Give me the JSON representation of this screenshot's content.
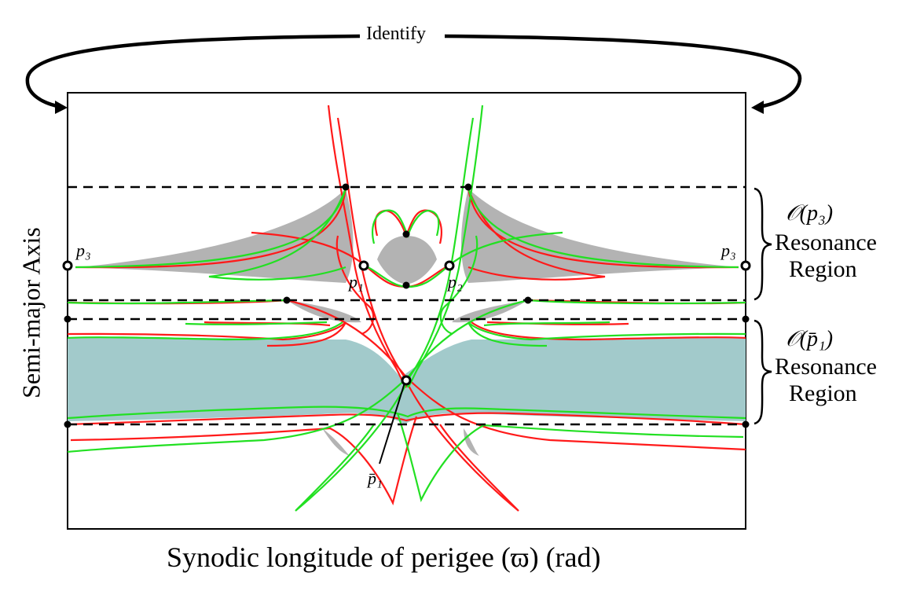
{
  "diagram": {
    "top_label": "Identify",
    "y_axis_label": "Semi-major Axis",
    "x_axis_label": "Synodic longitude of perigee (ϖ) (rad)",
    "regions": [
      {
        "id": "p3",
        "symbol": "𝒪(p₃)",
        "line1": "Resonance",
        "line2": "Region"
      },
      {
        "id": "p1bar",
        "symbol": "𝒪(p̄₁)",
        "line1": "Resonance",
        "line2": "Region"
      }
    ],
    "points": {
      "p3_left": "p₃",
      "p3_right": "p₃",
      "p1": "p₁",
      "p2": "p₂",
      "p1_bar": "p̄₁"
    },
    "colors": {
      "stable_manifold": "#ff1a1a",
      "unstable_manifold": "#22e022",
      "lobe_fill": "#b3b3b3",
      "resonance_fill": "#a2cacb",
      "frame": "#000000"
    }
  }
}
